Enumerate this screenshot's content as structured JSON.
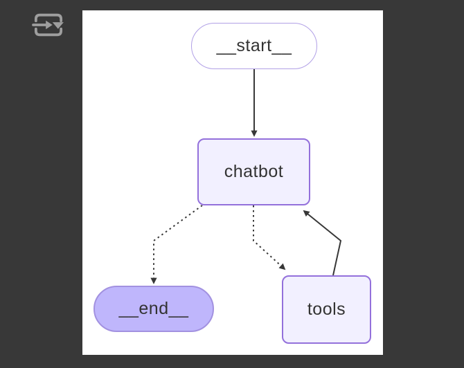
{
  "window": {
    "background_color": "#383838",
    "canvas_color": "#ffffff"
  },
  "toolbar": {
    "presentation_icon": "output-presentation-dropdown-icon",
    "icon_color": "#9e9e9e"
  },
  "diagram": {
    "type": "flowchart",
    "direction": "top-down",
    "text_color": "#333333",
    "edge_color": "#373737",
    "nodes": [
      {
        "id": "__start__",
        "label": "__start__",
        "shape": "stadium",
        "fill": "#ffffff",
        "border": "#b1a0e6"
      },
      {
        "id": "chatbot",
        "label": "chatbot",
        "shape": "rounded-rect",
        "fill": "#f2f0ff",
        "border": "#9370db"
      },
      {
        "id": "tools",
        "label": "tools",
        "shape": "rounded-rect",
        "fill": "#f2f0ff",
        "border": "#9370db"
      },
      {
        "id": "__end__",
        "label": "__end__",
        "shape": "stadium",
        "fill": "#bfb6fc",
        "border": "#a291e0"
      }
    ],
    "edges": [
      {
        "from": "__start__",
        "to": "chatbot",
        "style": "solid"
      },
      {
        "from": "chatbot",
        "to": "__end__",
        "style": "dotted"
      },
      {
        "from": "chatbot",
        "to": "tools",
        "style": "dotted"
      },
      {
        "from": "tools",
        "to": "chatbot",
        "style": "solid"
      }
    ]
  }
}
